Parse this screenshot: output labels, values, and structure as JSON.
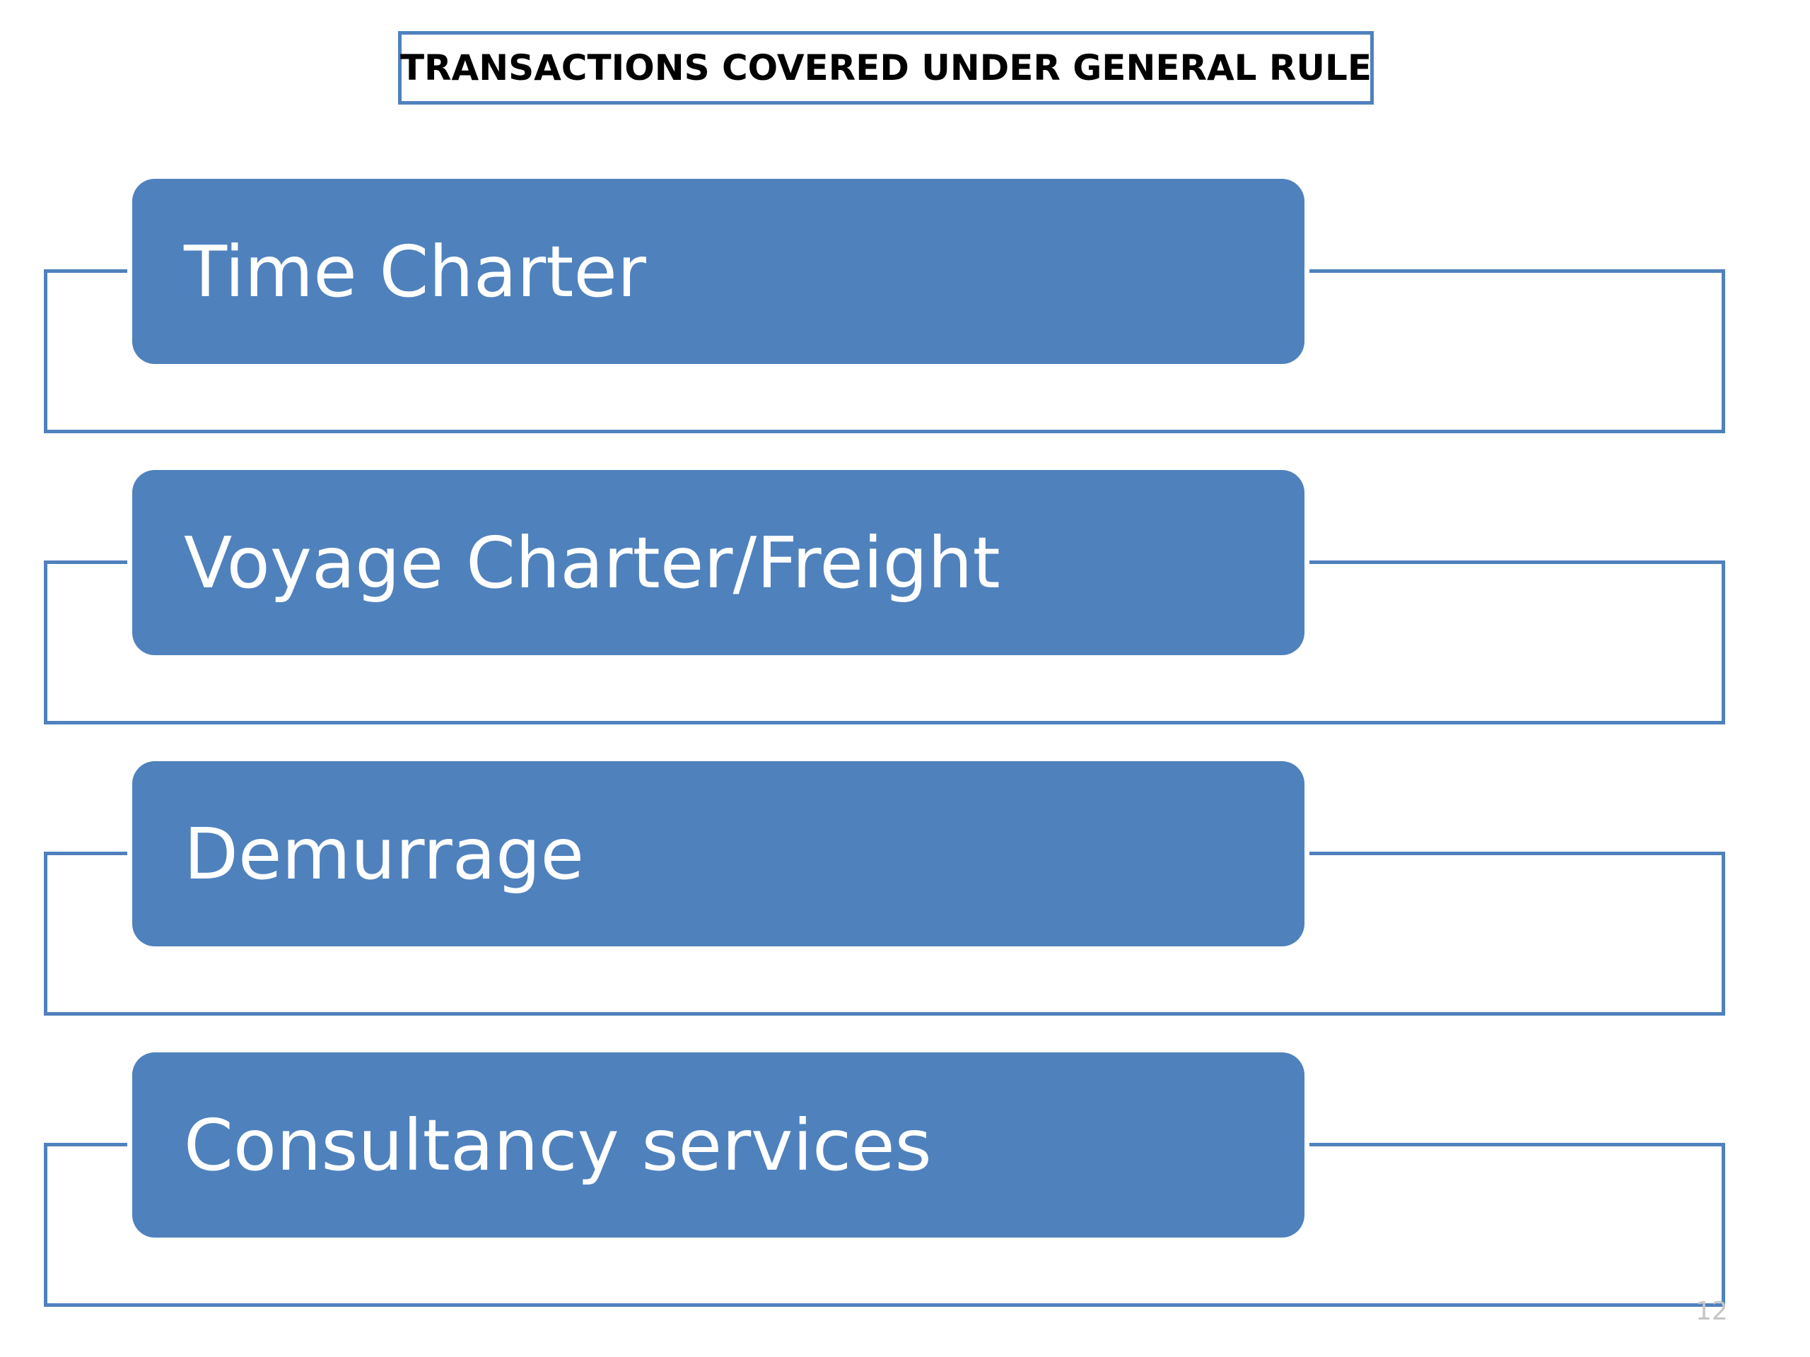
{
  "title": "TRANSACTIONS COVERED UNDER GENERAL RULE",
  "items": [
    {
      "label": "Time Charter"
    },
    {
      "label": "Voyage Charter/Freight"
    },
    {
      "label": "Demurrage"
    },
    {
      "label": "Consultancy services"
    }
  ],
  "page_number": "12",
  "colors": {
    "accent": "#4f81bd",
    "label_text": "#ffffff",
    "title_text": "#000000"
  }
}
